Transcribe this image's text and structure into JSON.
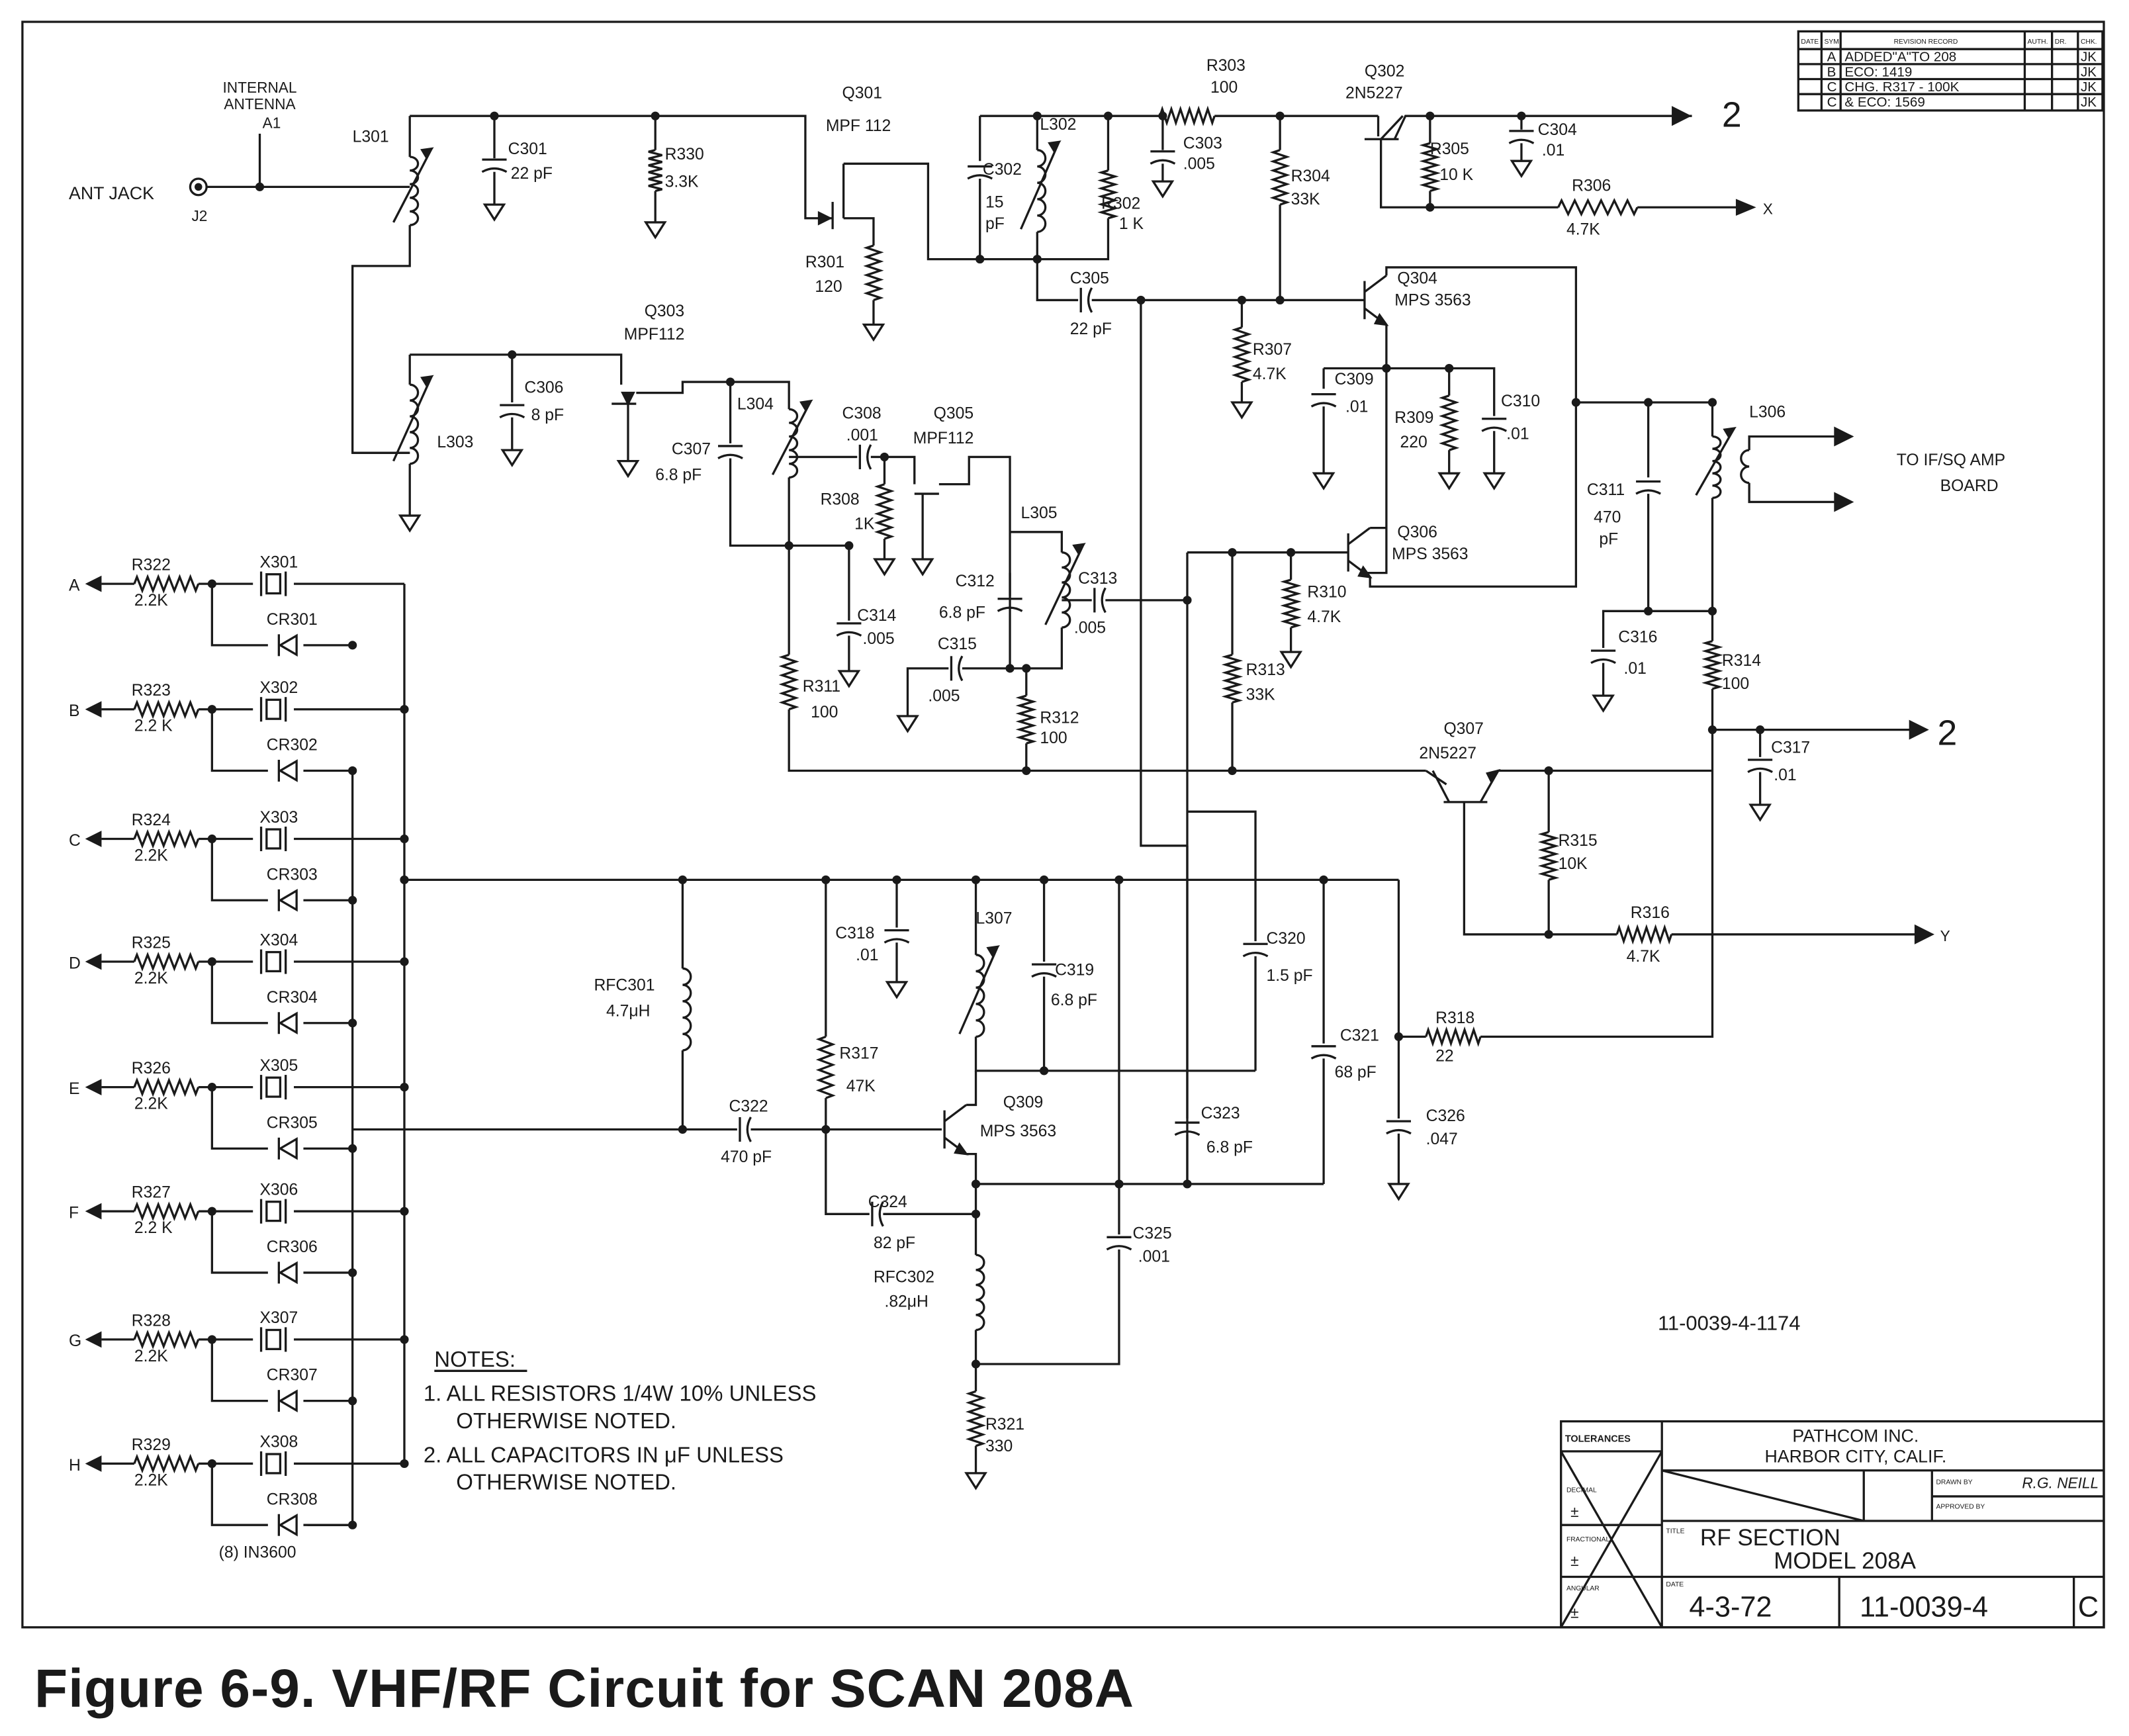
{
  "caption": "Figure 6-9.  VHF/RF Circuit for SCAN 208A",
  "doc_number": "11-0039-4-1174",
  "revision_block": {
    "headers": [
      "DATE",
      "SYM",
      "REVISION RECORD",
      "AUTH.",
      "DR.",
      "CHK."
    ],
    "rows": [
      {
        "sym": "A",
        "text": "ADDED\"A\"TO 208",
        "chk": "JK"
      },
      {
        "sym": "B",
        "text": "ECO: 1419",
        "chk": "JK"
      },
      {
        "sym": "C",
        "text": "CHG. R317 - 100K",
        "chk": "JK"
      },
      {
        "sym": "C",
        "text": "& ECO: 1569",
        "chk": "JK"
      }
    ]
  },
  "notes": {
    "heading": "NOTES:",
    "lines": [
      "1. ALL RESISTORS 1/4W 10% UNLESS",
      "OTHERWISE NOTED.",
      "2. ALL CAPACITORS IN μF UNLESS",
      "OTHERWISE NOTED."
    ]
  },
  "title_block": {
    "tolerances": "TOLERANCES",
    "company": "PATHCOM  INC.",
    "city": "HARBOR  CITY, CALIF.",
    "drawn_label": "DRAWN BY",
    "drawn_by": "R.G. NEILL",
    "approved_label": "APPROVED BY",
    "title_label": "TITLE",
    "title_line1": "RF SECTION",
    "title_line2": "MODEL  208A",
    "date_label": "DATE",
    "date": "4-3-72",
    "drawing_no": "11-0039-4",
    "rev": "C",
    "row_labels": [
      "DECIMAL",
      "FRACTIONAL",
      "ANGULAR"
    ],
    "pm": "±"
  },
  "inputs": {
    "antenna_name": "INTERNAL",
    "antenna_name2": "ANTENNA",
    "antenna_ref": "A1",
    "jack": "ANT JACK",
    "jack_ref": "J2"
  },
  "outputs": {
    "out2_a": "2",
    "out2_b": "2",
    "x": "X",
    "y": "Y",
    "if_board_1": "TO IF/SQ AMP",
    "if_board_2": "BOARD"
  },
  "channels": [
    {
      "letter": "A",
      "r": "R322",
      "rv": "2.2K",
      "x": "X301",
      "cr": "CR301"
    },
    {
      "letter": "B",
      "r": "R323",
      "rv": "2.2 K",
      "x": "X302",
      "cr": "CR302"
    },
    {
      "letter": "C",
      "r": "R324",
      "rv": "2.2K",
      "x": "X303",
      "cr": "CR303"
    },
    {
      "letter": "D",
      "r": "R325",
      "rv": "2.2K",
      "x": "X304",
      "cr": "CR304"
    },
    {
      "letter": "E",
      "r": "R326",
      "rv": "2.2K",
      "x": "X305",
      "cr": "CR305"
    },
    {
      "letter": "F",
      "r": "R327",
      "rv": "2.2 K",
      "x": "X306",
      "cr": "CR306"
    },
    {
      "letter": "G",
      "r": "R328",
      "rv": "2.2K",
      "x": "X307",
      "cr": "CR307"
    },
    {
      "letter": "H",
      "r": "R329",
      "rv": "2.2K",
      "x": "X308",
      "cr": "CR308"
    }
  ],
  "diode_note": "(8) IN3600",
  "components": {
    "L301": {
      "ref": "L301"
    },
    "C301": {
      "ref": "C301",
      "val": "22 pF"
    },
    "R330": {
      "ref": "R330",
      "val": "3.3K"
    },
    "Q301": {
      "ref": "Q301",
      "val": "MPF 112"
    },
    "R301": {
      "ref": "R301",
      "val": "120"
    },
    "C302": {
      "ref": "C302",
      "val": "15",
      "val2": "pF"
    },
    "L302": {
      "ref": "L302"
    },
    "R302": {
      "ref": "R302",
      "val": "1 K"
    },
    "R303": {
      "ref": "R303",
      "val": "100"
    },
    "C303": {
      "ref": "C303",
      "val": ".005"
    },
    "Q302": {
      "ref": "Q302",
      "val": "2N5227"
    },
    "R305": {
      "ref": "R305",
      "val": "10 K"
    },
    "C304": {
      "ref": "C304",
      "val": ".01"
    },
    "R304": {
      "ref": "R304",
      "val": "33K"
    },
    "R306": {
      "ref": "R306",
      "val": "4.7K"
    },
    "C305": {
      "ref": "C305",
      "val": "22 pF"
    },
    "Q304": {
      "ref": "Q304",
      "val": "MPS 3563"
    },
    "R307": {
      "ref": "R307",
      "val": "4.7K"
    },
    "C309": {
      "ref": "C309",
      "val": ".01"
    },
    "R309": {
      "ref": "R309",
      "val": "220"
    },
    "C310": {
      "ref": "C310",
      "val": ".01"
    },
    "L306": {
      "ref": "L306"
    },
    "C311": {
      "ref": "C311",
      "val": "470",
      "val2": "pF"
    },
    "Q303": {
      "ref": "Q303",
      "val": "MPF112"
    },
    "L303": {
      "ref": "L303"
    },
    "C306": {
      "ref": "C306",
      "val": "8 pF"
    },
    "L304": {
      "ref": "L304"
    },
    "C307": {
      "ref": "C307",
      "val": "6.8 pF"
    },
    "C308": {
      "ref": "C308",
      "val": ".001"
    },
    "R308": {
      "ref": "R308",
      "val": "1K"
    },
    "Q305": {
      "ref": "Q305",
      "val": "MPF112"
    },
    "L305": {
      "ref": "L305"
    },
    "C312": {
      "ref": "C312",
      "val": "6.8 pF"
    },
    "C313": {
      "ref": "C313",
      "val": ".005"
    },
    "C314": {
      "ref": "C314",
      "val": ".005"
    },
    "C315": {
      "ref": "C315",
      "val": ".005"
    },
    "R311": {
      "ref": "R311",
      "val": "100"
    },
    "R312": {
      "ref": "R312",
      "val": "100"
    },
    "Q306": {
      "ref": "Q306",
      "val": "MPS 3563"
    },
    "R310": {
      "ref": "R310",
      "val": "4.7K"
    },
    "R313": {
      "ref": "R313",
      "val": "33K"
    },
    "C316": {
      "ref": "C316",
      "val": ".01"
    },
    "R314": {
      "ref": "R314",
      "val": "100"
    },
    "C317": {
      "ref": "C317",
      "val": ".01"
    },
    "Q307": {
      "ref": "Q307",
      "val": "2N5227"
    },
    "R315": {
      "ref": "R315",
      "val": "10K"
    },
    "R316": {
      "ref": "R316",
      "val": "4.7K"
    },
    "RFC301": {
      "ref": "RFC301",
      "val": "4.7μH"
    },
    "C318": {
      "ref": "C318",
      "val": ".01"
    },
    "L307": {
      "ref": "L307"
    },
    "C319": {
      "ref": "C319",
      "val": "6.8 pF"
    },
    "C320": {
      "ref": "C320",
      "val": "1.5 pF"
    },
    "C321": {
      "ref": "C321",
      "val": "68 pF"
    },
    "R318": {
      "ref": "R318",
      "val": "22"
    },
    "C326": {
      "ref": "C326",
      "val": ".047"
    },
    "R317": {
      "ref": "R317",
      "val": "47K"
    },
    "C322": {
      "ref": "C322",
      "val": "470 pF"
    },
    "Q309": {
      "ref": "Q309",
      "val": "MPS 3563"
    },
    "C323": {
      "ref": "C323",
      "val": "6.8 pF"
    },
    "C324": {
      "ref": "C324",
      "val": "82 pF"
    },
    "C325": {
      "ref": "C325",
      "val": ".001"
    },
    "RFC302": {
      "ref": "RFC302",
      "val": ".82μH"
    },
    "R321": {
      "ref": "R321",
      "val": "330"
    }
  }
}
